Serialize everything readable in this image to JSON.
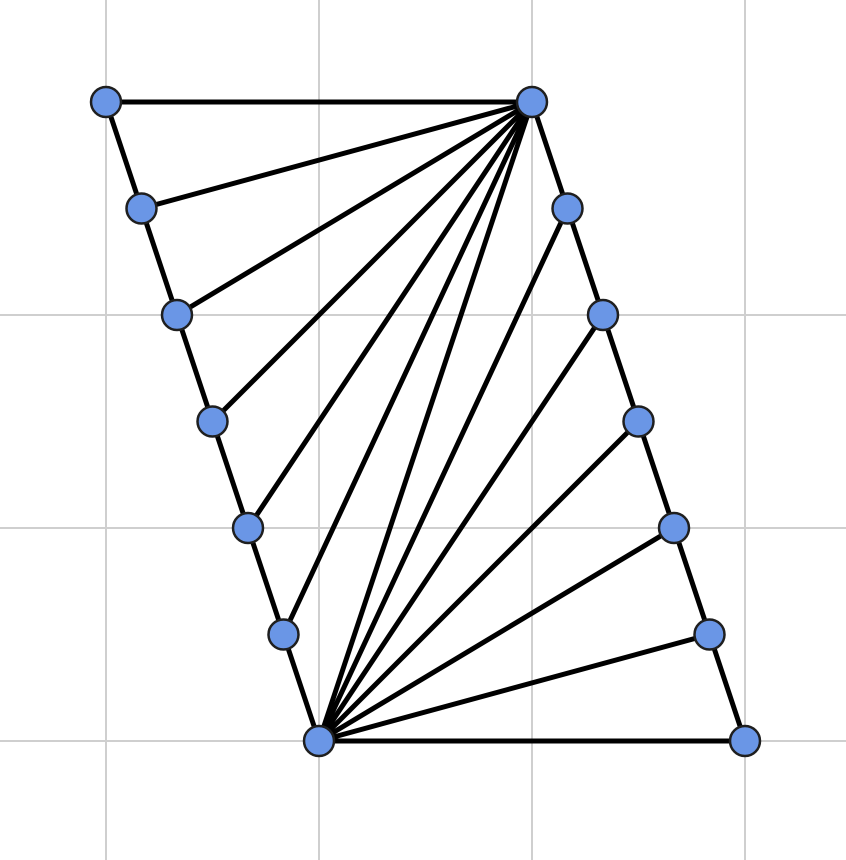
{
  "diagram": {
    "kind": "parallelogram-fan-triangulation",
    "colors": {
      "background": "#ffffff",
      "grid": "#cfcfcf",
      "edge": "#000000",
      "point_fill": "#6a96e6",
      "point_stroke": "#1f1f1f"
    },
    "grid": {
      "x_lines": [
        -1,
        0,
        1,
        2
      ],
      "y_lines": [
        0,
        1,
        2
      ]
    },
    "points": [
      {
        "id": "A",
        "x": -1,
        "y": 3
      },
      {
        "id": "B",
        "x": 1,
        "y": 3
      },
      {
        "id": "C",
        "x": 0,
        "y": 0
      },
      {
        "id": "D",
        "x": 2,
        "y": 0
      },
      {
        "id": "L1",
        "x": -0.8333,
        "y": 2.5
      },
      {
        "id": "L2",
        "x": -0.6667,
        "y": 2
      },
      {
        "id": "L3",
        "x": -0.5,
        "y": 1.5
      },
      {
        "id": "L4",
        "x": -0.3333,
        "y": 1
      },
      {
        "id": "L5",
        "x": -0.1667,
        "y": 0.5
      },
      {
        "id": "R1",
        "x": 1.1667,
        "y": 2.5
      },
      {
        "id": "R2",
        "x": 1.3333,
        "y": 2
      },
      {
        "id": "R3",
        "x": 1.5,
        "y": 1.5
      },
      {
        "id": "R4",
        "x": 1.6667,
        "y": 1
      },
      {
        "id": "R5",
        "x": 1.8333,
        "y": 0.5
      }
    ],
    "edges": [
      [
        "A",
        "B"
      ],
      [
        "C",
        "D"
      ],
      [
        "A",
        "C"
      ],
      [
        "B",
        "D"
      ],
      [
        "B",
        "C"
      ],
      [
        "B",
        "L1"
      ],
      [
        "B",
        "L2"
      ],
      [
        "B",
        "L3"
      ],
      [
        "B",
        "L4"
      ],
      [
        "B",
        "L5"
      ],
      [
        "C",
        "R1"
      ],
      [
        "C",
        "R2"
      ],
      [
        "C",
        "R3"
      ],
      [
        "C",
        "R4"
      ],
      [
        "C",
        "R5"
      ]
    ]
  }
}
